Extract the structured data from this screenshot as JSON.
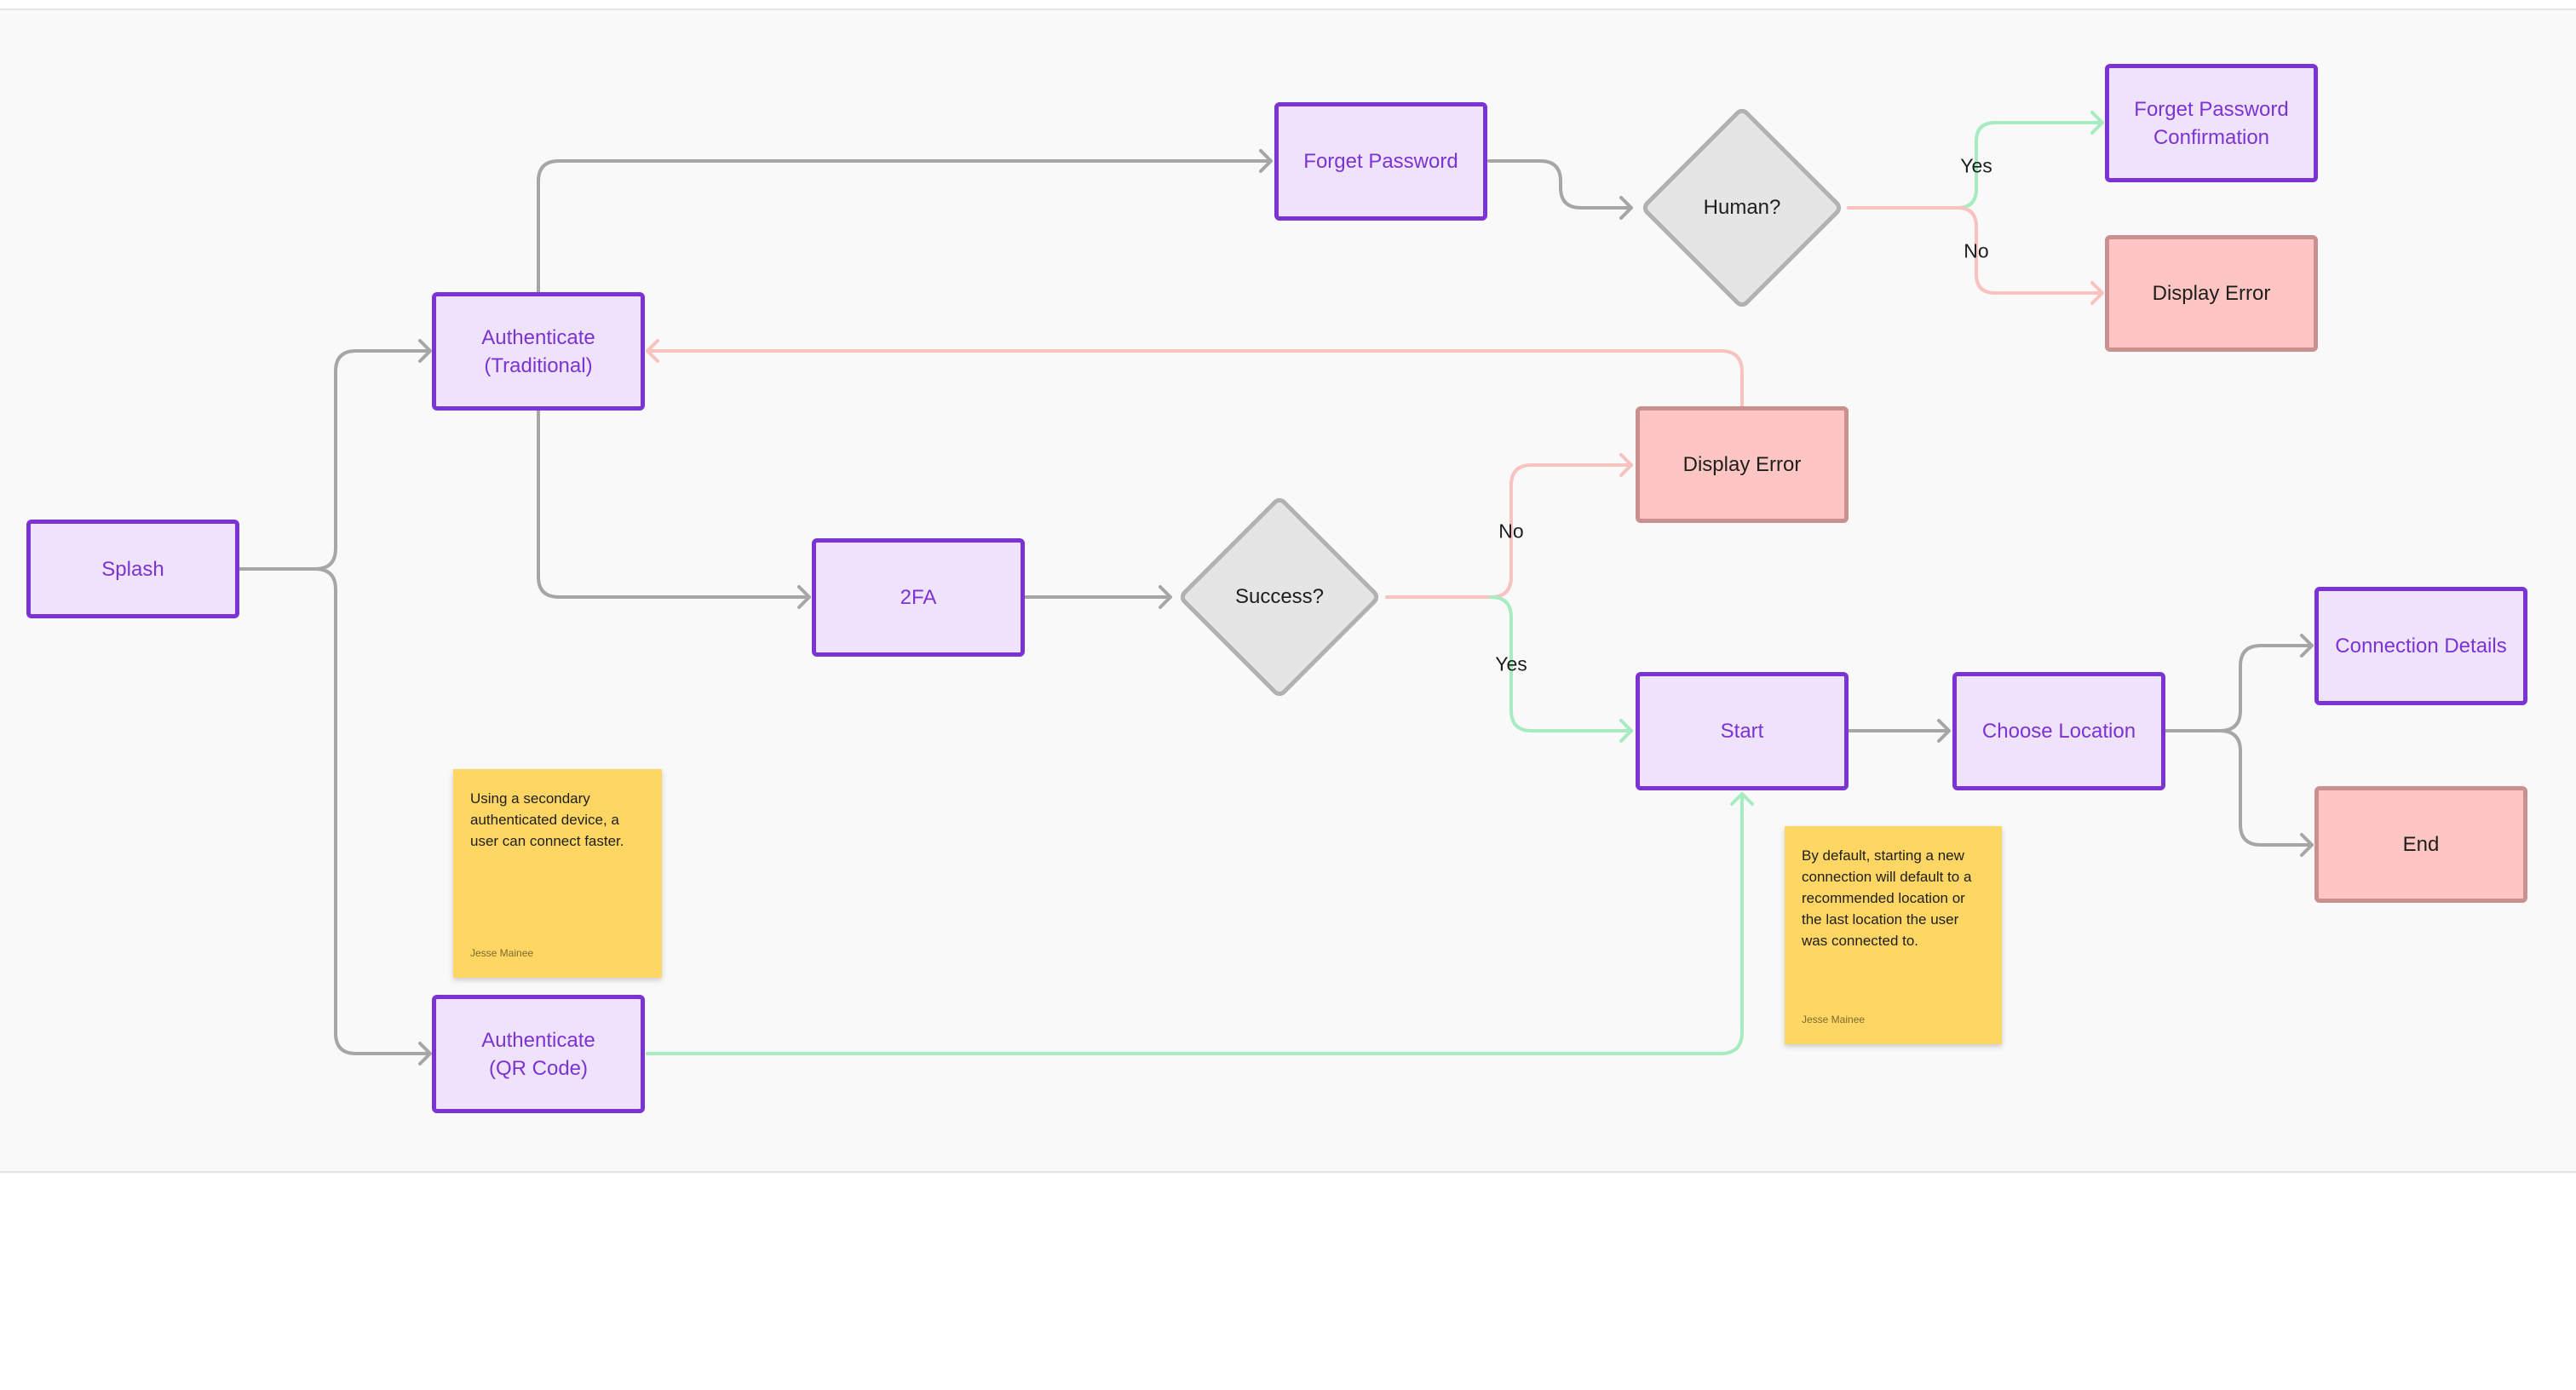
{
  "colors": {
    "canvas": "#f9f9f9",
    "process_fill": "#efe2fb",
    "process_border": "#7c33d3",
    "error_fill": "#fdc6c2",
    "error_border": "#c8918f",
    "decision_fill": "#e5e5e5",
    "decision_border": "#b1b1b1",
    "edge_default": "#a6a6a6",
    "edge_yes": "#a6ecc0",
    "edge_no": "#f8c2bf",
    "sticky": "#fdd663"
  },
  "nodes": {
    "splash": "Splash",
    "auth_traditional": "Authenticate\n(Traditional)",
    "auth_qr": "Authenticate\n(QR Code)",
    "forget_password": "Forget Password",
    "twofa": "2FA",
    "human": "Human?",
    "success": "Success?",
    "forget_password_confirmation": "Forget Password\nConfirmation",
    "display_error_top": "Display Error",
    "display_error_mid": "Display Error",
    "start": "Start",
    "choose_location": "Choose Location",
    "connection_details": "Connection Details",
    "end": "End"
  },
  "edge_labels": {
    "human_yes": "Yes",
    "human_no": "No",
    "success_no": "No",
    "success_yes": "Yes"
  },
  "stickies": {
    "qr_note": {
      "text": "Using a secondary authenticated device, a user can connect faster.",
      "author": "Jesse Mainee"
    },
    "start_note": {
      "text": "By default, starting a new connection will default to a recommended location or the last location the user was connected to.",
      "author": "Jesse Mainee"
    }
  }
}
